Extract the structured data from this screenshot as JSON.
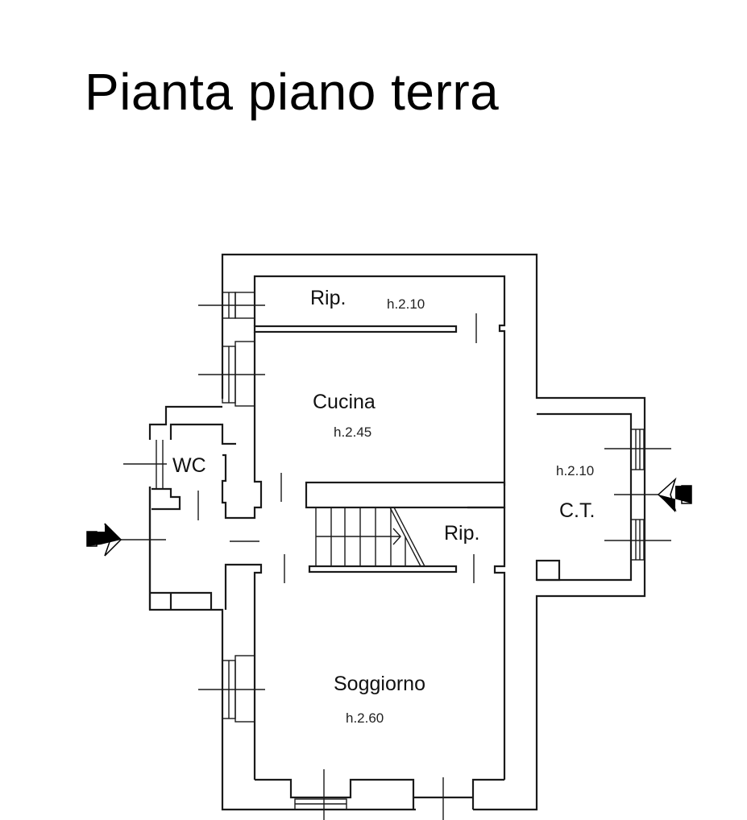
{
  "title": "Pianta piano terra",
  "rooms": [
    {
      "name": "Rip.",
      "height": "h.2.10",
      "location": "top storage"
    },
    {
      "name": "Cucina",
      "height": "h.2.45"
    },
    {
      "name": "WC",
      "height": null
    },
    {
      "name": "Rip.",
      "height": null,
      "location": "under stairs"
    },
    {
      "name": "C.T.",
      "height": "h.2.10"
    },
    {
      "name": "Soggiorno",
      "height": "h.2.60"
    }
  ],
  "entrances": [
    {
      "side": "left",
      "icon": "entrance-arrow-icon"
    },
    {
      "side": "right",
      "icon": "entrance-arrow-icon"
    }
  ]
}
